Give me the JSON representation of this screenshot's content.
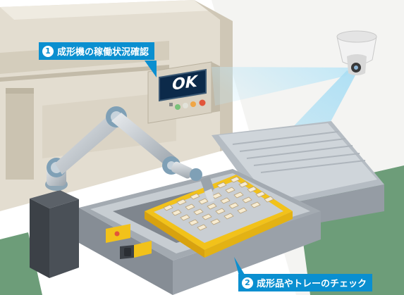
{
  "monitor": {
    "display_text": "OK"
  },
  "callouts": [
    {
      "number": "1",
      "text": "成形機の稼働状況確認"
    },
    {
      "number": "2",
      "text": "成形品やトレーのチェック"
    }
  ],
  "colors": {
    "callout_bg": "#0a8fd0",
    "beam": "#8fd3f0",
    "tray": "#f2c21a",
    "floor": "#6d9d79",
    "machine": "#e3ddd0"
  },
  "icons": [
    "camera-icon",
    "robot-arm-icon",
    "indicator-lamp-icon"
  ]
}
